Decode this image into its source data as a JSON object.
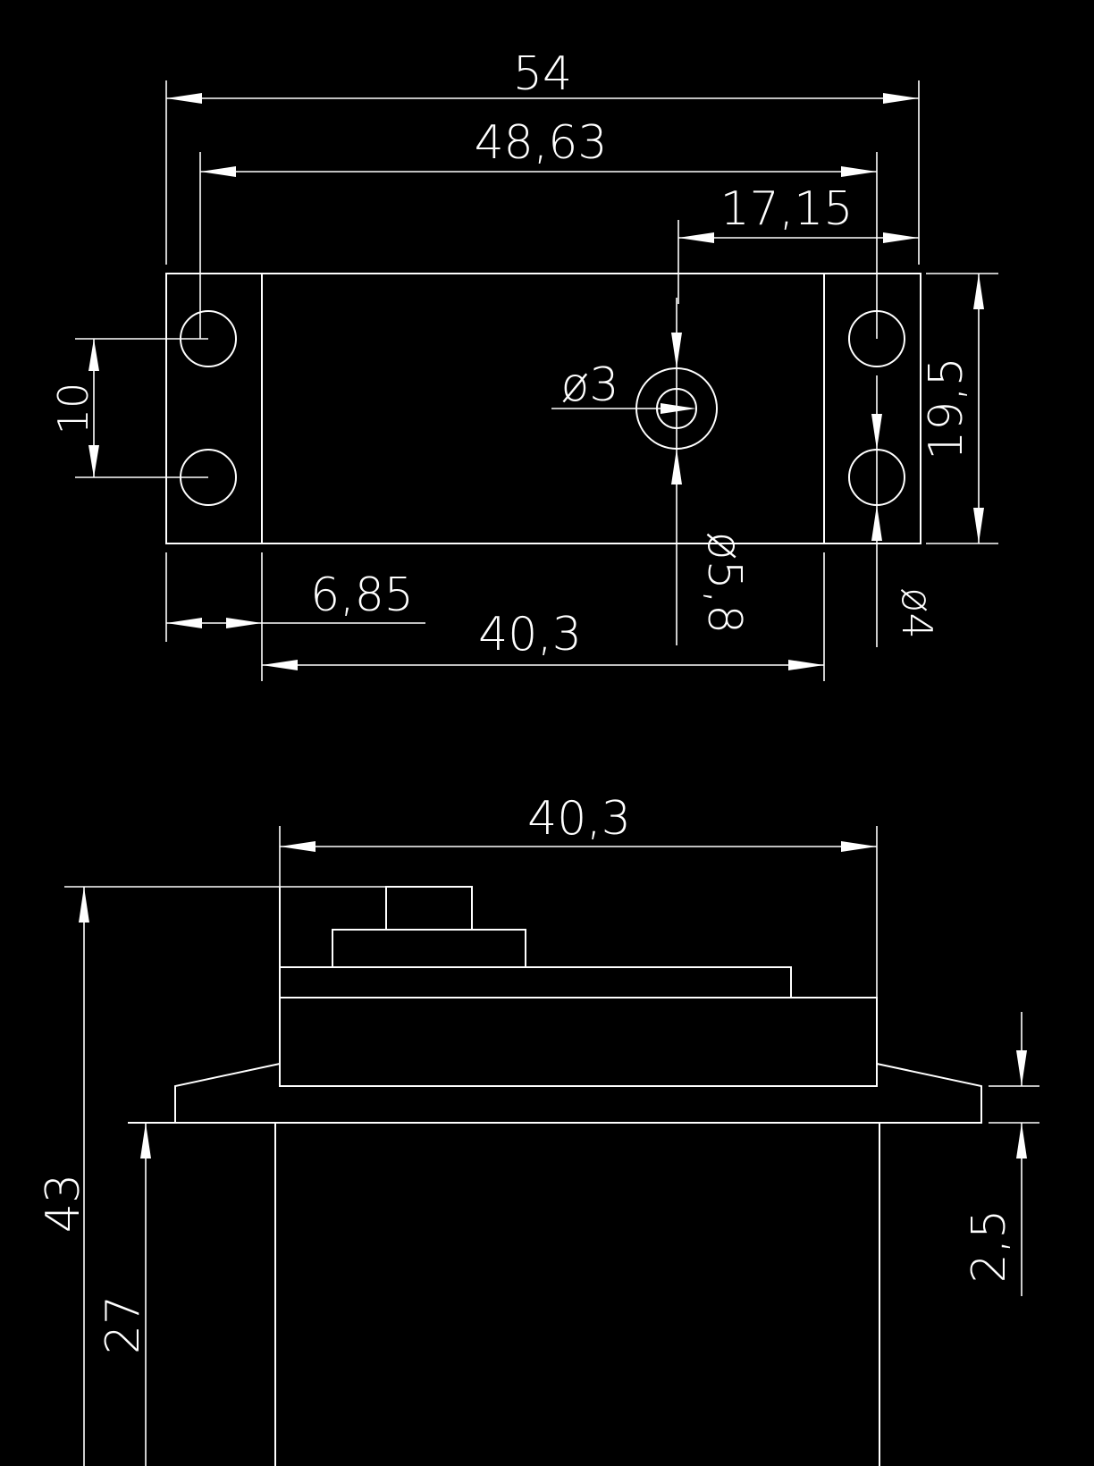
{
  "top_view": {
    "overall_width": "54",
    "mount_hole_spacing": "48,63",
    "shaft_offset": "17,15",
    "hole_pitch": "10",
    "shaft_diameter": "ø3",
    "height": "19,5",
    "flange_width": "6,85",
    "body_width": "40,3",
    "hub_diameter": "ø5,8",
    "mount_hole_diameter": "ø4"
  },
  "side_view": {
    "body_width": "40,3",
    "total_height": "43",
    "flange_height": "27",
    "flange_thickness": "2,5"
  },
  "colors": {
    "background": "#000000",
    "lines": "#ffffff"
  }
}
